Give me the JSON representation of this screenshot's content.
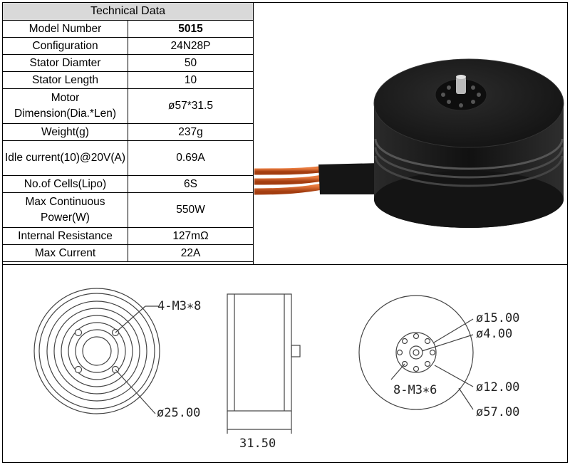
{
  "table": {
    "title": "Technical Data",
    "rows": [
      {
        "label": "Model Number",
        "value": "5015"
      },
      {
        "label": "Configuration",
        "value": "24N28P"
      },
      {
        "label": "Stator Diamter",
        "value": "50"
      },
      {
        "label": "Stator Length",
        "value": "10"
      },
      {
        "label": "Motor Dimension(Dia.*Len)",
        "value": "ø57*31.5"
      },
      {
        "label": "Weight(g)",
        "value": "237g"
      },
      {
        "label": "Idle current(10)@20V(A)",
        "value": "0.69A"
      },
      {
        "label": "No.of Cells(Lipo)",
        "value": "6S"
      },
      {
        "label": "Max Continuous Power(W)",
        "value": "550W"
      },
      {
        "label": "Internal Resistance",
        "value": "127mΩ"
      },
      {
        "label": "Max Current",
        "value": "22A"
      }
    ]
  },
  "drawing": {
    "bottom_holes": "4-M3∗8",
    "bottom_diameter": "ø25.00",
    "side_length": "31.50",
    "top_d15": "ø15.00",
    "top_d4": "ø4.00",
    "top_holes": "8-M3∗6",
    "top_d12": "ø12.00",
    "top_d57": "ø57.00"
  },
  "colors": {
    "header_bg": "#d9d9d9",
    "motor_body": "#1e1e1e",
    "wire": "#d4541e"
  }
}
